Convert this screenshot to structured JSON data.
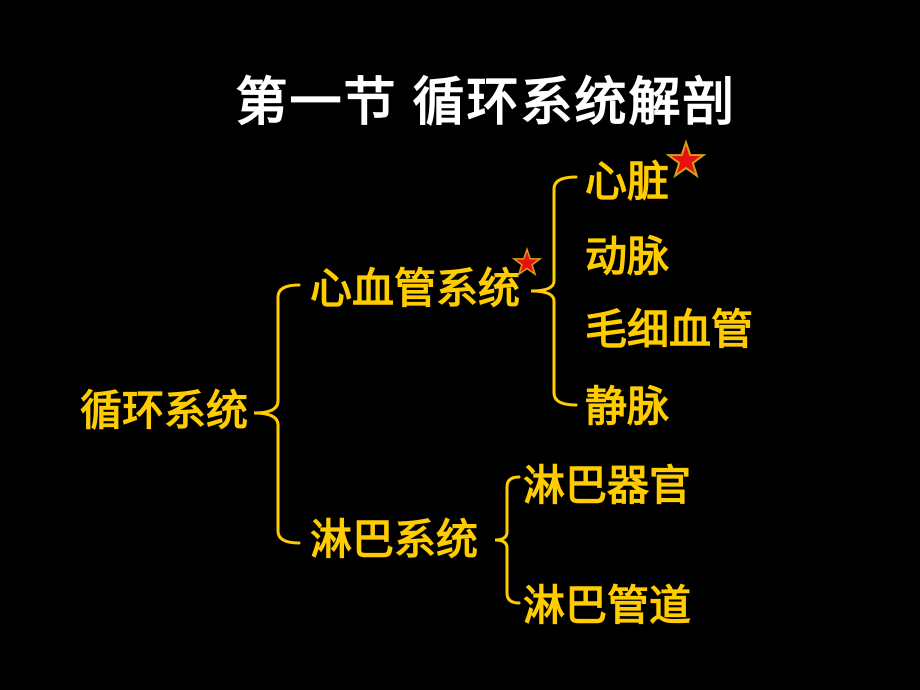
{
  "slide": {
    "title": "第一节 循环系统解剖"
  },
  "colors": {
    "background": "#000000",
    "title_text": "#FFFFFF",
    "node_text": "#FFCC00",
    "brace": "#FFCC00",
    "star_fill": "#E81010",
    "star_outline": "#D4A017"
  },
  "tree": {
    "root": {
      "label": "循环系统"
    },
    "branches": [
      {
        "label": "心血管系统",
        "starred": true,
        "children": [
          {
            "label": "心脏",
            "starred": true
          },
          {
            "label": "动脉",
            "starred": false
          },
          {
            "label": "毛细血管",
            "starred": false
          },
          {
            "label": "静脉",
            "starred": false
          }
        ]
      },
      {
        "label": "淋巴系统",
        "starred": false,
        "children": [
          {
            "label": "淋巴器官",
            "starred": false
          },
          {
            "label": "淋巴管道",
            "starred": false
          }
        ]
      }
    ]
  }
}
